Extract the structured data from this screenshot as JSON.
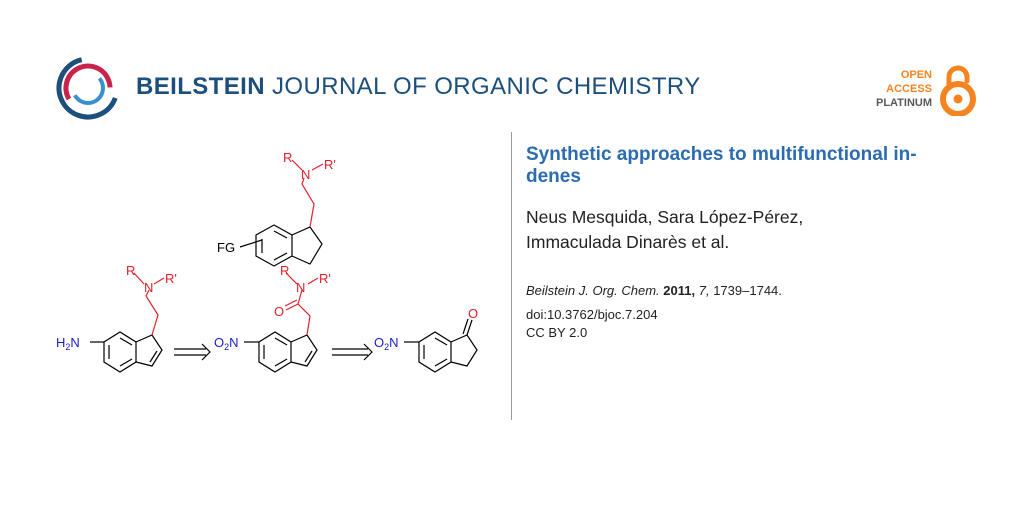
{
  "journal": {
    "name_bold": "BEILSTEIN",
    "name_rest": " JOURNAL OF ORGANIC CHEMISTRY",
    "open_access": [
      "OPEN",
      "ACCESS",
      "PLATINUM"
    ]
  },
  "article": {
    "title_line1": "Synthetic approaches to multifunctional in-",
    "title_line2": "denes",
    "authors_line1": "Neus Mesquida, Sara López-Pérez,",
    "authors_line2": "Immaculada Dinarès et al.",
    "citation": {
      "journal": "Beilstein J. Org. Chem.",
      "year": "2011,",
      "volume": "7,",
      "pages": "1739–1744."
    },
    "doi": "doi:10.3762/bjoc.7.204",
    "license": "CC BY 2.0"
  },
  "scheme": {
    "labels": {
      "R": "R",
      "N": "N",
      "Rp": "R'",
      "FG": "FG",
      "H2N": "H",
      "H2N_sub": "2",
      "H2N_N": "N",
      "O2N": "O",
      "O2N_sub": "2",
      "O2N_N": "N",
      "O": "O"
    }
  },
  "colors": {
    "brand_blue": "#1d4f7c",
    "title_blue": "#2b6cb0",
    "oa_orange": "#f5831f",
    "highlight_red": "#e0202a",
    "nitrogen_blue": "#1a1ad6"
  }
}
